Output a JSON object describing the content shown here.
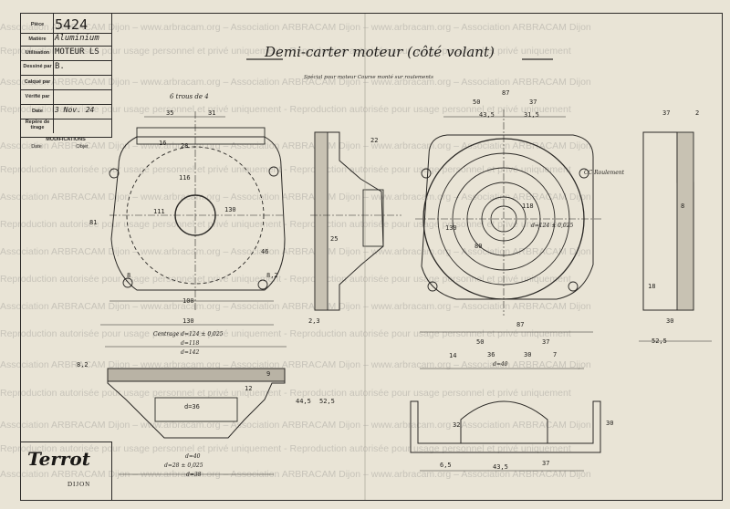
{
  "title_block": {
    "piece_label": "Pièce",
    "piece_value": "5424",
    "matiere_label": "Matière",
    "matiere_value": "Aluminium",
    "utilisation_label": "Utilisation",
    "utilisation_value": "MOTEUR LS",
    "dessine_label": "Dessiné par",
    "dessine_value": "B.",
    "calque_label": "Calqué par",
    "calque_value": "",
    "verifie_label": "Vérifié par",
    "verifie_value": "",
    "date_label": "Date",
    "date_value": "3 Nov. 24",
    "repere_label": "Repère de tirage",
    "repere_value": "",
    "modifications_label": "MODIFICATIONS",
    "mod_date_label": "Date",
    "mod_objet_label": "Objet"
  },
  "drawing": {
    "title": "Demi-carter moteur (côté volant)",
    "subtitle": "Spécial pour moteur Course monté sur roulements"
  },
  "watermark": {
    "line_a": "Association ARBRACAM Dijon – www.arbracam.org – Association ARBRACAM Dijon – www.arbracam.org – Association ARBRACAM Dijon",
    "line_b": "Reproduction autorisée pour usage personnel et privé uniquement - Reproduction autorisée pour usage personnel et privé uniquement"
  },
  "dimensions": {
    "d_6_trous": "6 trous de 4",
    "d_35": "35",
    "d_31": "31",
    "d_16": "16",
    "d_28": "28",
    "d_116": "116",
    "d_111": "111",
    "d_130_front": "130",
    "d_81": "81",
    "d_46": "46",
    "d_8_left": "8",
    "d_8_right": "8,2",
    "d_100": "100",
    "d_130_bot": "130",
    "d_centrage": "Centrage d=124 ± 0,025",
    "d_118": "d=118",
    "d_142": "d=142",
    "d_8_2": "8,2",
    "d_9": "9",
    "d_12": "12",
    "d_d36": "d=36",
    "d_d40": "d=40",
    "d_d28": "d=28 ± 0,025",
    "d_d38": "d=38",
    "d_44_5": "44,5",
    "d_52_5_a": "52,5",
    "d_22": "22",
    "d_25": "25",
    "d_2_3": "2,3",
    "d_87_top": "87",
    "d_50": "50",
    "d_37": "37",
    "d_43_5": "43,5",
    "d_31_5": "31,5",
    "d_118_r": "118",
    "d_130_r": "130",
    "d_80": "80",
    "d_d124": "d=124 ± 0,025",
    "d_87_mid": "87",
    "d_50_b": "50",
    "d_37_b": "37",
    "d_14": "14",
    "d_36": "36",
    "d_30": "30",
    "d_7": "7",
    "d_d40_b": "d=40",
    "d_32": "32",
    "d_30_side": "30",
    "d_6_5": "6,5",
    "d_43_5_b": "43,5",
    "d_37_c": "37",
    "d_37_far": "37",
    "d_2": "2",
    "d_8_far": "8",
    "d_18": "18",
    "d_30_far": "30",
    "d_52_5_far": "52,5",
    "d_cc_roulement": "CC Roulement"
  },
  "logo": {
    "word": "Terrot",
    "city": "DIJON"
  }
}
